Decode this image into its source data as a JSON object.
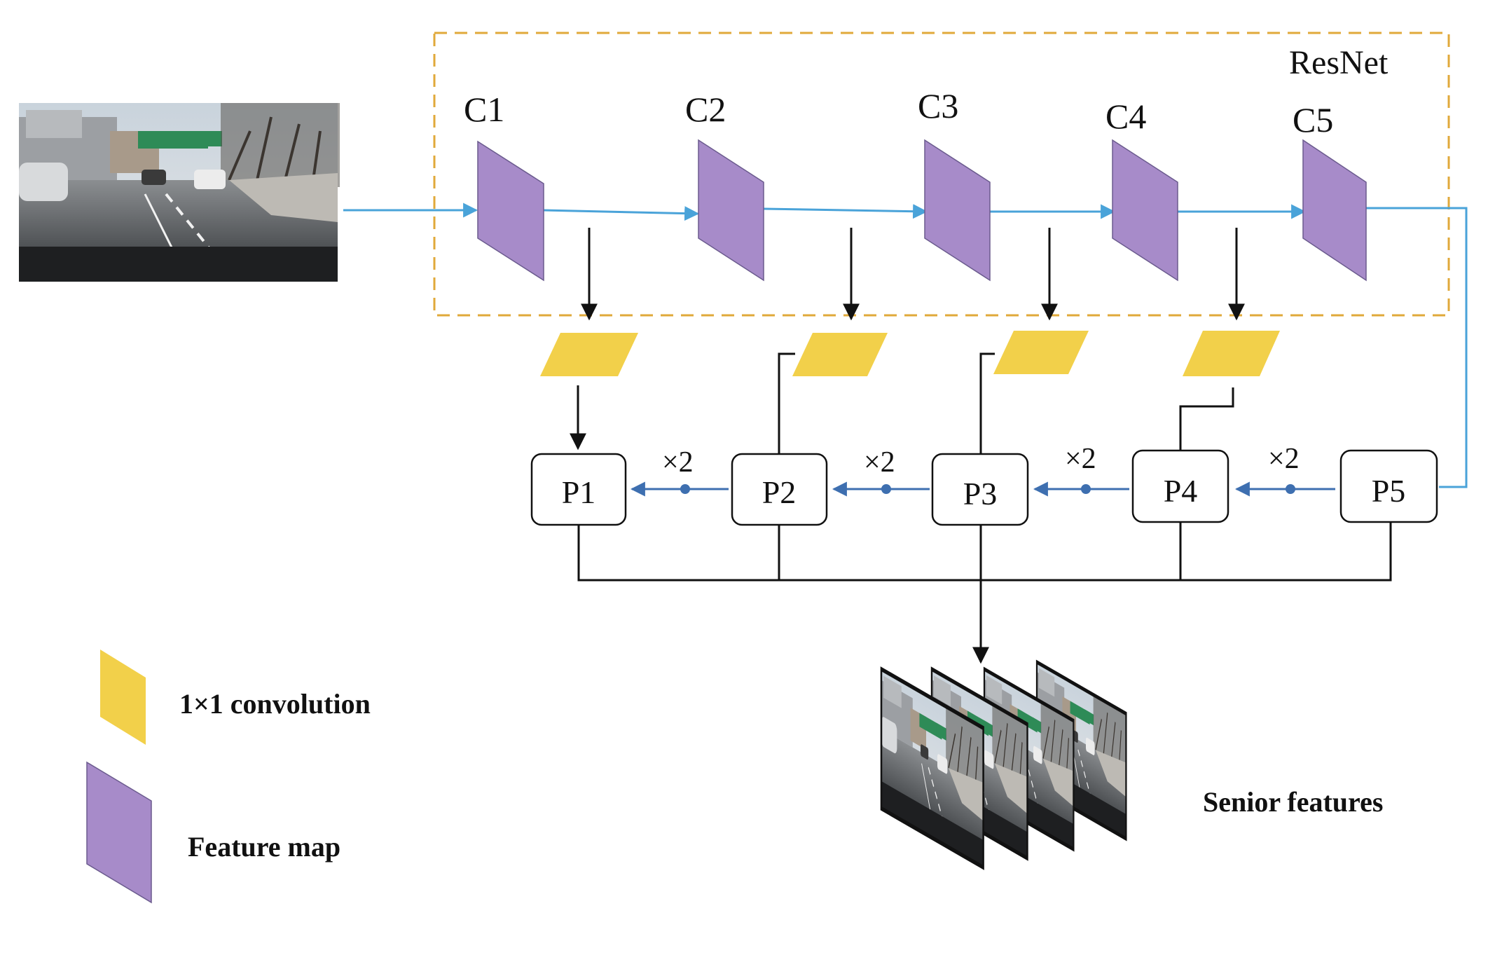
{
  "diagram": {
    "backbone_label": "ResNet",
    "stages": [
      {
        "label": "C1"
      },
      {
        "label": "C2"
      },
      {
        "label": "C3"
      },
      {
        "label": "C4"
      },
      {
        "label": "C5"
      }
    ],
    "pyramid": [
      {
        "label": "P1"
      },
      {
        "label": "P2"
      },
      {
        "label": "P3"
      },
      {
        "label": "P4"
      },
      {
        "label": "P5"
      }
    ],
    "upsample_label": "×2",
    "output_label": "Senior features"
  },
  "legend": {
    "conv_label": "1×1 convolution",
    "feature_map_label": "Feature map"
  },
  "colors": {
    "feature_map": "#a78bc9",
    "conv": "#f2d04a",
    "backbone_border": "#e0a93a",
    "flow_arrow": "#4aa3d9",
    "upsample_arrow": "#3e6fb0"
  }
}
